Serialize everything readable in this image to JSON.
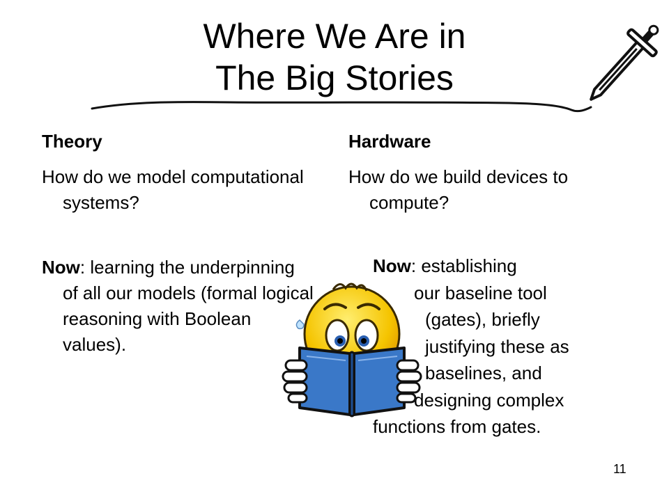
{
  "title": {
    "line1": "Where We Are in",
    "line2": "The Big Stories"
  },
  "left": {
    "heading": "Theory",
    "question": "How do we model computational systems?",
    "now_label": "Now",
    "now_text": ": learning the underpinning of all our models (formal logical reasoning with Boolean values)."
  },
  "right": {
    "heading": "Hardware",
    "question": "How do we build devices to compute?",
    "now_label": "Now",
    "lines": [
      ": establishing",
      "our baseline tool",
      "(gates), briefly",
      "justifying these as",
      "baselines, and",
      "designing complex",
      "functions from gates."
    ]
  },
  "page_number": "11",
  "icons": {
    "sword": "sword-icon",
    "reader": "smiley-reading-book-icon"
  },
  "colors": {
    "text": "#000000",
    "smiley_face": "#f5c400",
    "book": "#3a78c8"
  }
}
